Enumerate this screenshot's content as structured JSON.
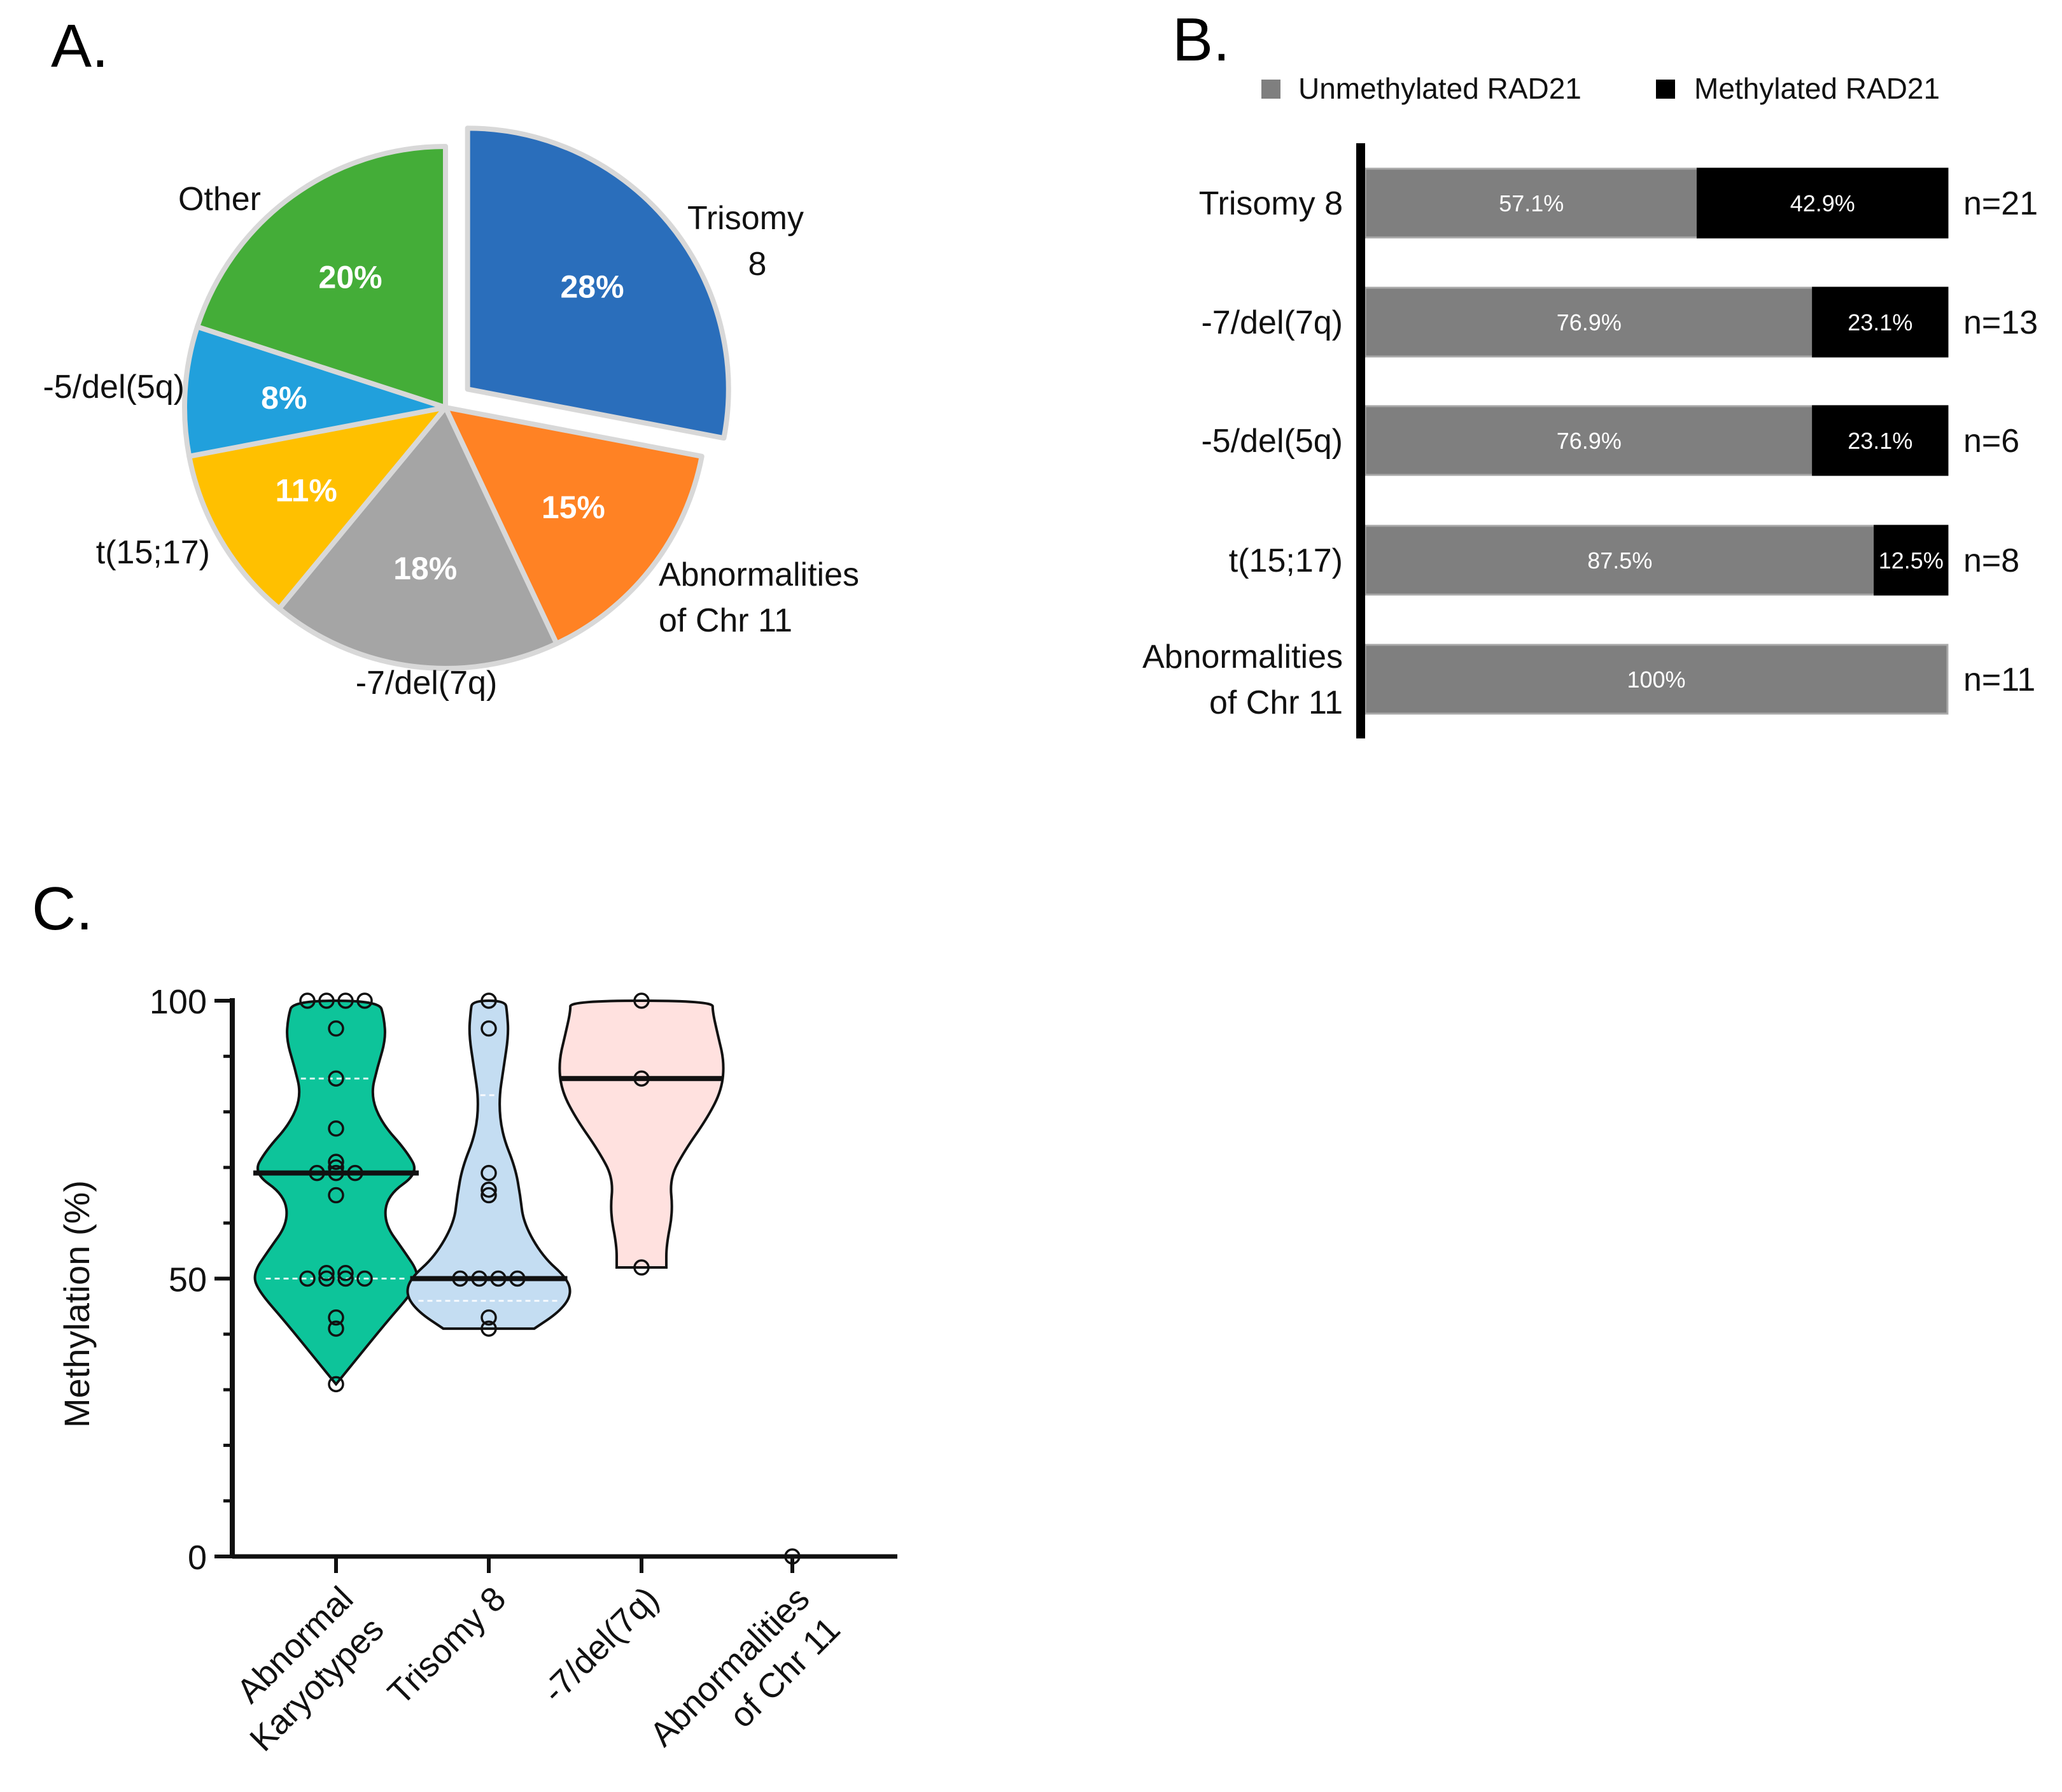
{
  "panels": {
    "a": "A.",
    "b": "B.",
    "c": "C."
  },
  "chart_data": [
    {
      "panel": "A",
      "type": "pie",
      "slices": [
        {
          "label": "Trisomy 8",
          "label_lines": [
            "Trisomy",
            "8"
          ],
          "value": 28,
          "text": "28%",
          "color": "#2a6ebb",
          "exploded": true
        },
        {
          "label": "Abnormalities of Chr 11",
          "label_lines": [
            "Abnormalities",
            "of Chr 11"
          ],
          "value": 15,
          "text": "15%",
          "color": "#ff8224",
          "exploded": false
        },
        {
          "label": "-7/del(7q)",
          "label_lines": [
            "-7/del(7q)"
          ],
          "value": 18,
          "text": "18%",
          "color": "#a5a5a5",
          "exploded": false
        },
        {
          "label": "t(15;17)",
          "label_lines": [
            "t(15;17)"
          ],
          "value": 11,
          "text": "11%",
          "color": "#ffc000",
          "exploded": false
        },
        {
          "label": "-5/del(5q)",
          "label_lines": [
            "-5/del(5q)"
          ],
          "value": 8,
          "text": "8%",
          "color": "#21a0dc",
          "exploded": false
        },
        {
          "label": "Other",
          "label_lines": [
            "Other"
          ],
          "value": 20,
          "text": "20%",
          "color": "#44ad38",
          "exploded": false
        }
      ]
    },
    {
      "panel": "B",
      "type": "bar",
      "orientation": "horizontal",
      "stacked": true,
      "legend": {
        "position": "top",
        "items": [
          {
            "name": "Unmethylated RAD21",
            "color": "#7f7f7f"
          },
          {
            "name": "Methylated RAD21",
            "color": "#000000"
          }
        ]
      },
      "categories": [
        {
          "label_lines": [
            "Trisomy 8"
          ],
          "n": "n=21"
        },
        {
          "label_lines": [
            "-7/del(7q)"
          ],
          "n": "n=13"
        },
        {
          "label_lines": [
            "-5/del(5q)"
          ],
          "n": "n=6"
        },
        {
          "label_lines": [
            "t(15;17)"
          ],
          "n": "n=8"
        },
        {
          "label_lines": [
            "Abnormalities",
            "of Chr 11"
          ],
          "n": "n=11"
        }
      ],
      "series": [
        {
          "name": "Unmethylated RAD21",
          "values": [
            57.1,
            76.9,
            76.9,
            87.5,
            100
          ],
          "labels": [
            "57.1%",
            "76.9%",
            "76.9%",
            "87.5%",
            "100%"
          ]
        },
        {
          "name": "Methylated RAD21",
          "values": [
            42.9,
            23.1,
            23.1,
            12.5,
            0
          ],
          "labels": [
            "42.9%",
            "23.1%",
            "23.1%",
            "12.5%",
            ""
          ]
        }
      ],
      "xlim": [
        0,
        100
      ]
    },
    {
      "panel": "C",
      "type": "violin",
      "ylabel": "Methylation (%)",
      "ylim": [
        0,
        100
      ],
      "yticks": [
        {
          "value": 0,
          "text": "0"
        },
        {
          "value": 50,
          "text": "50"
        },
        {
          "value": 100,
          "text": "100"
        }
      ],
      "groups": [
        {
          "label_lines": [
            "Abnormal",
            "Karyotypes"
          ],
          "fill": "#0dc49a",
          "median": 69,
          "quartiles": [
            50,
            86
          ],
          "points": [
            100,
            100,
            100,
            100,
            95,
            86,
            77,
            71,
            70,
            69,
            69,
            69,
            65,
            51,
            51,
            50,
            50,
            50,
            50,
            43,
            41,
            31
          ],
          "density": [
            [
              31,
              0.0
            ],
            [
              35,
              0.22
            ],
            [
              42,
              0.6
            ],
            [
              48,
              0.95
            ],
            [
              51,
              1.0
            ],
            [
              55,
              0.82
            ],
            [
              60,
              0.58
            ],
            [
              65,
              0.62
            ],
            [
              69,
              1.0
            ],
            [
              73,
              0.85
            ],
            [
              78,
              0.55
            ],
            [
              83,
              0.42
            ],
            [
              88,
              0.5
            ],
            [
              93,
              0.6
            ],
            [
              97,
              0.58
            ],
            [
              100,
              0.52
            ]
          ]
        },
        {
          "label_lines": [
            "Trisomy 8"
          ],
          "fill": "#c4ddf2",
          "median": 50,
          "quartiles": [
            46,
            83
          ],
          "points": [
            100,
            95,
            69,
            66,
            65,
            50,
            50,
            50,
            50,
            43,
            41
          ],
          "density": [
            [
              41,
              0.55
            ],
            [
              44,
              0.85
            ],
            [
              47,
              1.0
            ],
            [
              50,
              0.95
            ],
            [
              54,
              0.65
            ],
            [
              60,
              0.42
            ],
            [
              65,
              0.38
            ],
            [
              70,
              0.32
            ],
            [
              76,
              0.16
            ],
            [
              82,
              0.12
            ],
            [
              88,
              0.18
            ],
            [
              94,
              0.24
            ],
            [
              98,
              0.22
            ],
            [
              100,
              0.2
            ]
          ]
        },
        {
          "label_lines": [
            "-7/del(7q)"
          ],
          "fill": "#ffe1df",
          "median": 86,
          "quartiles": [],
          "points": [
            100,
            86,
            52
          ],
          "density": [
            [
              52,
              0.3
            ],
            [
              56,
              0.3
            ],
            [
              62,
              0.38
            ],
            [
              68,
              0.34
            ],
            [
              73,
              0.52
            ],
            [
              79,
              0.8
            ],
            [
              84,
              0.97
            ],
            [
              89,
              1.0
            ],
            [
              94,
              0.92
            ],
            [
              98,
              0.86
            ],
            [
              100,
              0.86
            ]
          ]
        },
        {
          "label_lines": [
            "Abnormalities",
            "of Chr 11"
          ],
          "fill": "none",
          "median": null,
          "quartiles": [],
          "points": [
            0
          ],
          "density": []
        }
      ]
    }
  ]
}
